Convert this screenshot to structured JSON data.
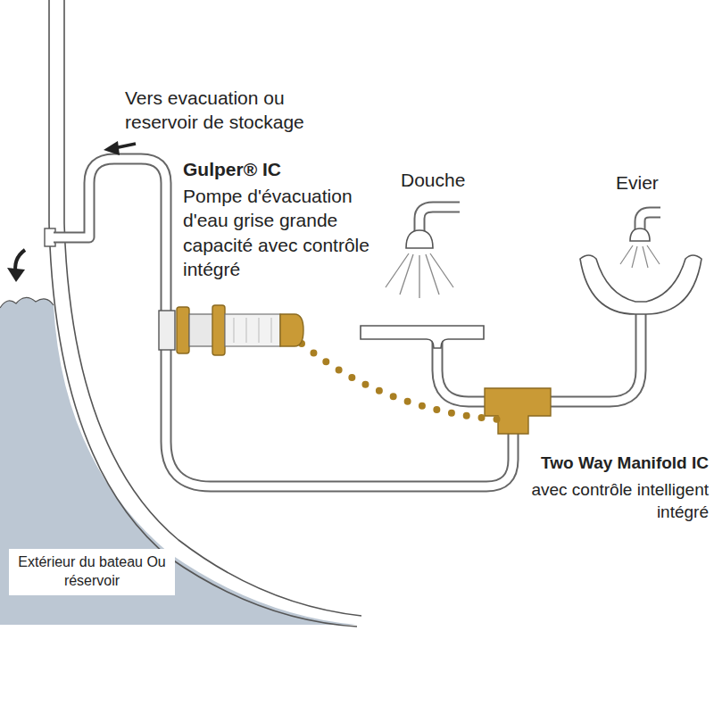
{
  "diagram": {
    "nodes": [
      {
        "text": [
          "Extérieur du bateau Ou réservoir"
        ]
      }
    ],
    "edges": [],
    "labels": [
      "Vers evacuation ou reservoir de stockage",
      "Gulper® IC",
      "Pompe d'évacuation d'eau grise grande capacité avec contrôle intégré",
      "Douche",
      "Evier",
      "Two Way Manifold IC",
      "avec contrôle intelligent intégré"
    ]
  }
}
